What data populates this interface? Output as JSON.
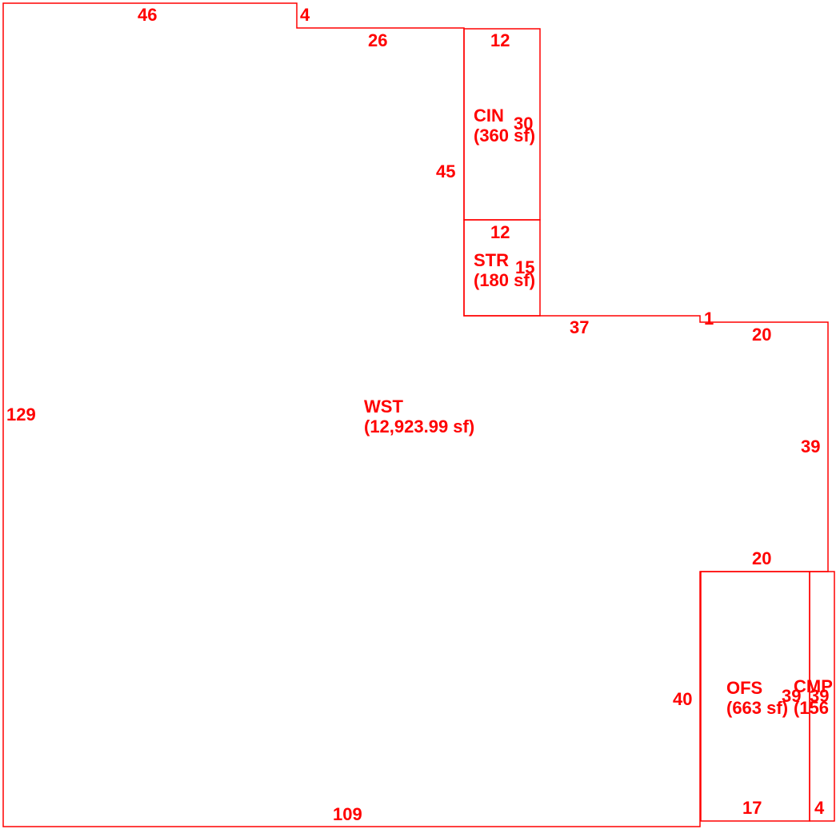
{
  "areas": {
    "wst": {
      "code": "WST",
      "area": "(12,923.99 sf)"
    },
    "cin": {
      "code": "CIN",
      "area": "(360 sf)"
    },
    "str": {
      "code": "STR",
      "area": "(180 sf)"
    },
    "ofs": {
      "code": "OFS",
      "area": "(663 sf)"
    },
    "cmp": {
      "code": "CMP",
      "area": "(156"
    }
  },
  "dimensions": {
    "top_left": "46",
    "step_small": "4",
    "top_mid": "26",
    "cin_top": "12",
    "cin_right": "30",
    "cin_left": "45",
    "str_top": "12",
    "str_right": "15",
    "mid_step": "37",
    "jog": "1",
    "right_top": "20",
    "left_side": "129",
    "right_side": "39",
    "ofs_top": "20",
    "ofs_left": "40",
    "ofs_right_a": "39",
    "ofs_right_b": "39",
    "bottom": "109",
    "ofs_bottom": "17",
    "cmp_bottom": "4"
  },
  "colors": {
    "line": "#ff0000",
    "background": "#ffffff"
  }
}
